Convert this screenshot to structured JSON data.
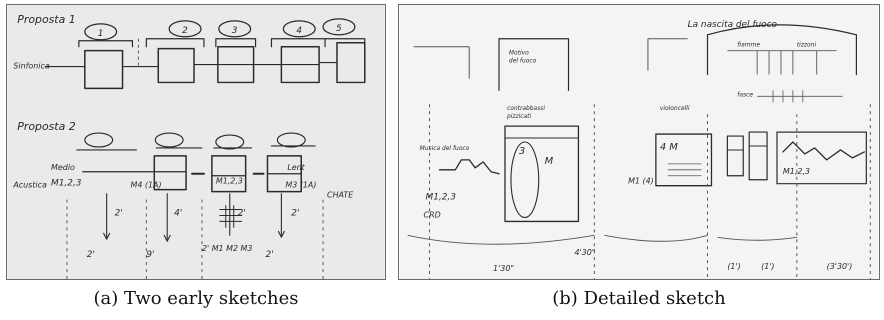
{
  "figure": {
    "sketch_a": {
      "label": "(a)",
      "caption": "Two early sketches",
      "handwriting": {
        "proposal_1_title": "Proposta 1",
        "proposal_1_row_label": "Sinfonica",
        "proposal_2_title": "Proposta 2",
        "proposal_2_row_label": "Acustica",
        "stage_numbers": [
          "1",
          "2",
          "3",
          "4",
          "5"
        ],
        "notes": [
          "Medio",
          "M1,2,3",
          "M4 (1A)",
          "M1,2,3",
          "Lent",
          "M3 (1A)",
          "CHATE"
        ],
        "durations": [
          "2'",
          "4'",
          "2'",
          "2'"
        ],
        "timeline_marks": [
          "2'",
          "9'",
          "2' M1 M2 M3",
          "2'"
        ]
      }
    },
    "sketch_b": {
      "label": "(b)",
      "caption": "Detailed sketch",
      "handwriting": {
        "title": "La nascita del fuoco",
        "notes": [
          "Musica del fuoco",
          "M1,2,3",
          "M1 (4)",
          "M1,2,3",
          "CRD",
          "4'30\"",
          "1'30\"",
          "(3'30')"
        ]
      }
    }
  }
}
